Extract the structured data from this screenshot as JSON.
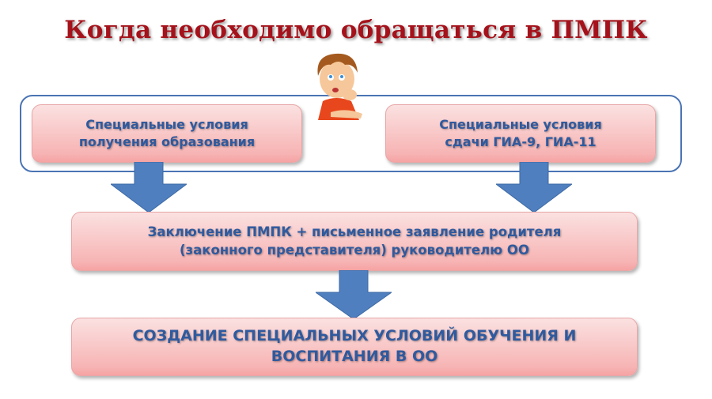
{
  "title": "Когда необходимо обращаться в ПМПК",
  "boxes": {
    "left_top": {
      "line1": "Специальные условия",
      "line2": "получения образования"
    },
    "right_top": {
      "line1": "Специальные условия",
      "line2": "сдачи ГИА-9, ГИА-11"
    },
    "middle": {
      "line1": "Заключение ПМПК + письменное заявление родителя",
      "line2": "(законного представителя) руководителю ОО"
    },
    "bottom": {
      "line1": "СОЗДАНИЕ СПЕЦИАЛЬНЫХ УСЛОВИЙ ОБУЧЕНИЯ И",
      "line2": "ВОСПИТАНИЯ В ОО"
    }
  },
  "colors": {
    "title": "#a5121b",
    "text": "#2f5a9e",
    "arrow": "#4f7fbf",
    "frame": "#4a74b4"
  }
}
